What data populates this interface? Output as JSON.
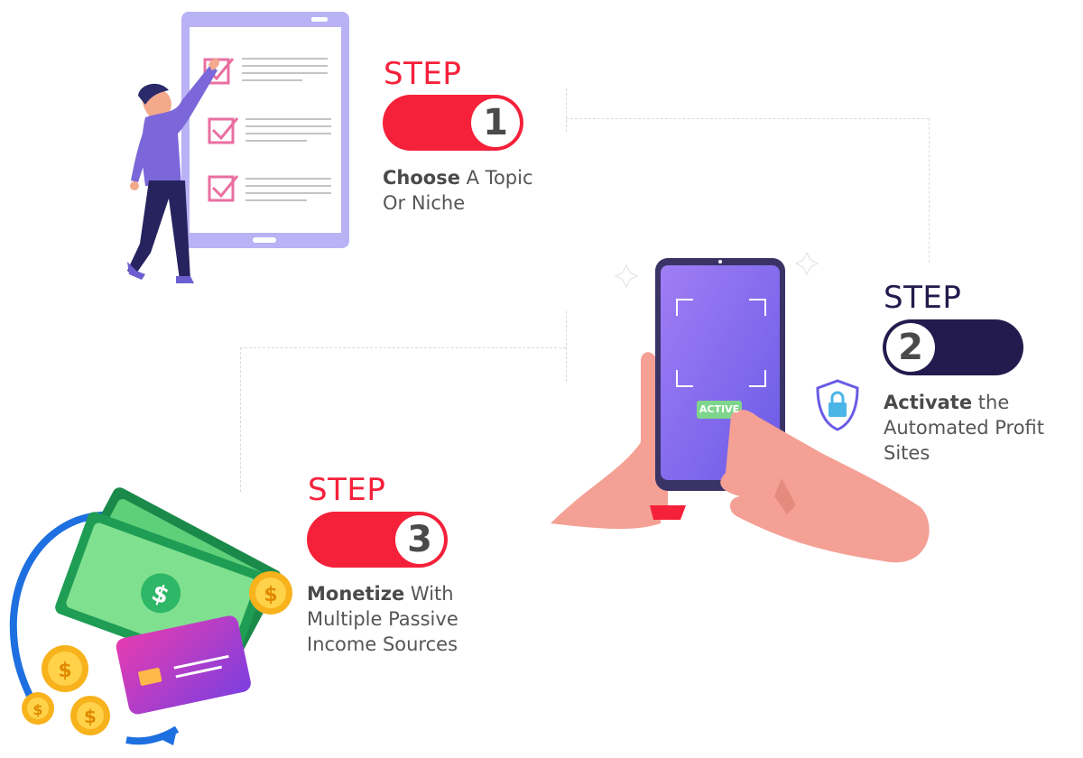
{
  "colors": {
    "red": "#f5203a",
    "navy": "#231b4d",
    "text": "#555555",
    "purple": "#8b7ff0"
  },
  "step1": {
    "label": "STEP",
    "number": "1",
    "title_bold": "Choose",
    "title_rest": " A Topic",
    "line2": "Or Niche"
  },
  "step2": {
    "label": "STEP",
    "number": "2",
    "title_bold": "Activate",
    "title_rest": " the",
    "line2": "Automated Profit",
    "line3": "Sites"
  },
  "step3": {
    "label": "STEP",
    "number": "3",
    "title_bold": "Monetize",
    "title_rest": " With",
    "line2": "Multiple Passive",
    "line3": "Income Sources"
  },
  "phone": {
    "button_label": "ACTIVE"
  },
  "icons": {
    "checklist": "checklist-icon",
    "phone": "smartphone-icon",
    "shield": "shield-lock-icon",
    "money": "money-cash-icon",
    "card": "credit-card-icon",
    "coin": "dollar-coin-icon"
  }
}
